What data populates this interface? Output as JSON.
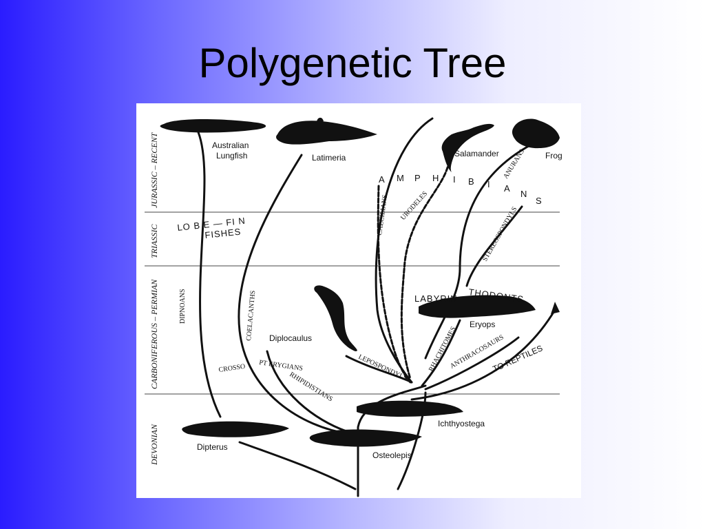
{
  "title": "Polygenetic Tree",
  "periods": {
    "jurassic_recent": "JURASSIC – RECENT",
    "triassic": "TRIASSIC",
    "carboniferous_permian": "CARBONIFEROUS – PERMIAN",
    "devonian": "DEVONIAN"
  },
  "animals": {
    "australian_lungfish_1": "Australian",
    "australian_lungfish_2": "Lungfish",
    "latimeria": "Latimeria",
    "salamander": "Salamander",
    "frog": "Frog",
    "labyrinthodonts_1": "LABYRIN",
    "labyrinthodonts_2": "THODONTS",
    "eryops": "Eryops",
    "diplocaulus": "Diplocaulus",
    "ichthyostega": "Ichthyostega",
    "dipterus": "Dipterus",
    "osteolepis": "Osteolepis"
  },
  "groups": {
    "amphibians": [
      "A",
      "M",
      "P",
      "H",
      "I",
      "B",
      "I",
      "A",
      "N",
      "S"
    ],
    "lobe_fin_1": "LO B E — FI N",
    "lobe_fin_2": "FISHES",
    "crossopterygians_1": "CROSSO",
    "crossopterygians_2": "PT ERYGIANS",
    "dipnoans": "DIPNOANS",
    "coelacanths": "COELACANTHS",
    "rhipidistians": "RHIPIDISTIANS",
    "caecilians": "CAECILIANS",
    "urodeles": "URODELES",
    "anurans": "ANURANS",
    "stereospondyls": "STEREOSPONDYLS",
    "lepospondyls": "LEPOSPONDYLS",
    "rhachitomes": "RHACHITOMES",
    "anthracosaurs": "ANTHRACOSAURS",
    "to_reptiles": "TO REPTILES"
  }
}
